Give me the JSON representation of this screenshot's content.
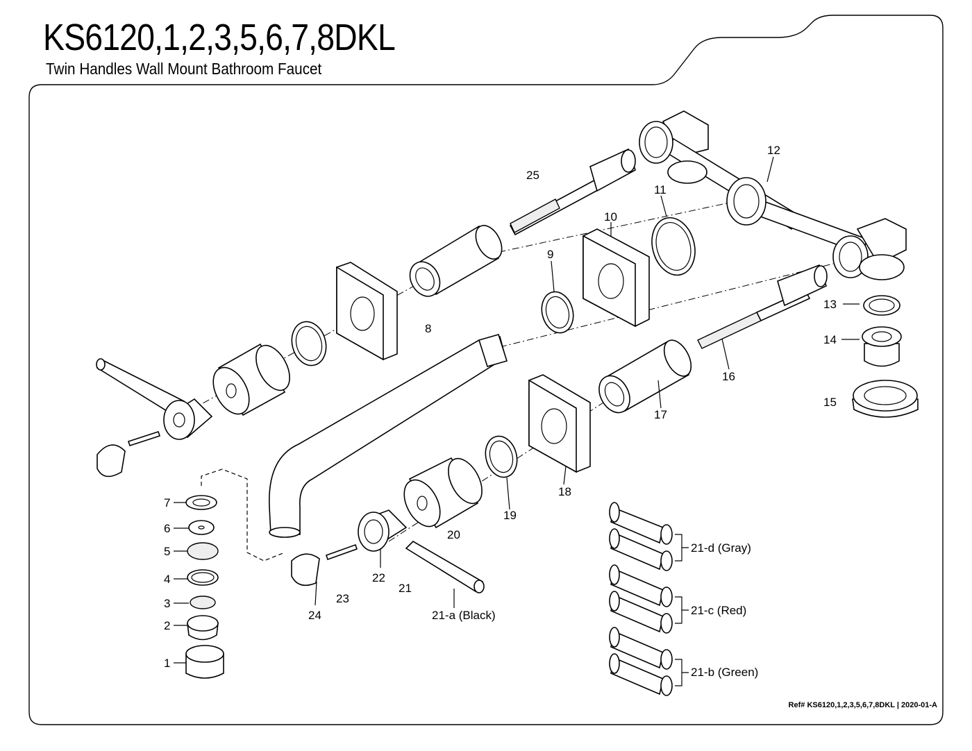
{
  "header": {
    "title": "KS6120,1,2,3,5,6,7,8DKL",
    "subtitle": "Twin Handles Wall Mount Bathroom Faucet"
  },
  "footer": {
    "reference": "Ref# KS6120,1,2,3,5,6,7,8DKL | 2020-01-A"
  },
  "part_labels": {
    "p1": "1",
    "p2": "2",
    "p3": "3",
    "p4": "4",
    "p5": "5",
    "p6": "6",
    "p7": "7",
    "p8": "8",
    "p9": "9",
    "p10": "10",
    "p11": "11",
    "p12": "12",
    "p13": "13",
    "p14": "14",
    "p15": "15",
    "p16": "16",
    "p17": "17",
    "p18": "18",
    "p19": "19",
    "p20": "20",
    "p21": "21",
    "p22": "22",
    "p23": "23",
    "p24": "24",
    "p25": "25",
    "p21a": "21-a (Black)",
    "p21b": "21-b (Green)",
    "p21c": "21-c (Red)",
    "p21d": "21-d (Gray)"
  }
}
